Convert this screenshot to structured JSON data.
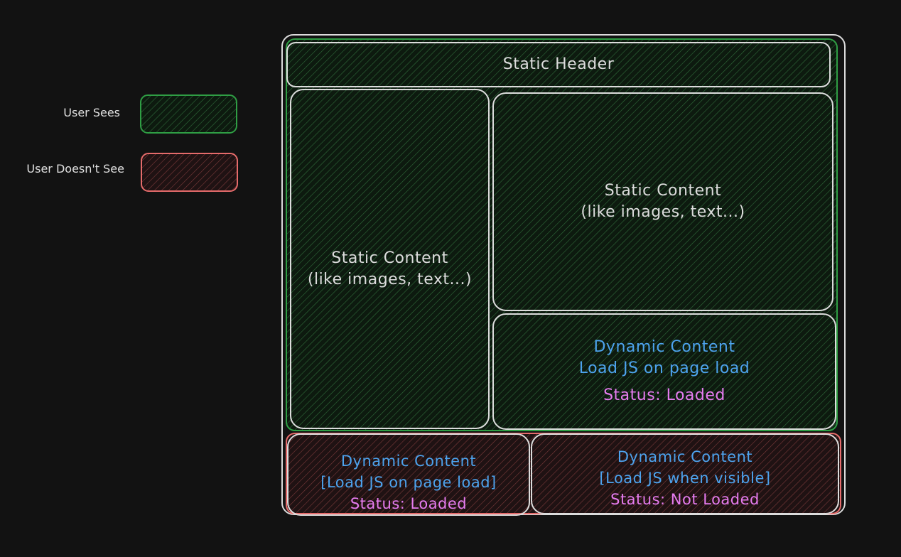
{
  "legend": {
    "sees_label": "User Sees",
    "not_sees_label": "User Doesn't See",
    "sees_color": "#2f9e44",
    "not_sees_color": "#e03131"
  },
  "header": {
    "label": "Static Header"
  },
  "static_left": {
    "line1": "Static Content",
    "line2": "(like images, text...)"
  },
  "static_right": {
    "line1": "Static Content",
    "line2": "(like images, text...)"
  },
  "dynamic_visible": {
    "line1": "Dynamic Content",
    "line2": "Load JS on page load",
    "status": "Status: Loaded"
  },
  "dynamic_hidden_left": {
    "line1": "Dynamic Content",
    "line2": "[Load JS on page load]",
    "status": "Status: Loaded"
  },
  "dynamic_hidden_right": {
    "line1": "Dynamic Content",
    "line2": "[Load JS when visible]",
    "status": "Status: Not Loaded"
  },
  "colors": {
    "background": "#121212",
    "box_stroke": "#dcdcdc",
    "dynamic_text": "#4da3ee",
    "status_text": "#e67cf0"
  }
}
